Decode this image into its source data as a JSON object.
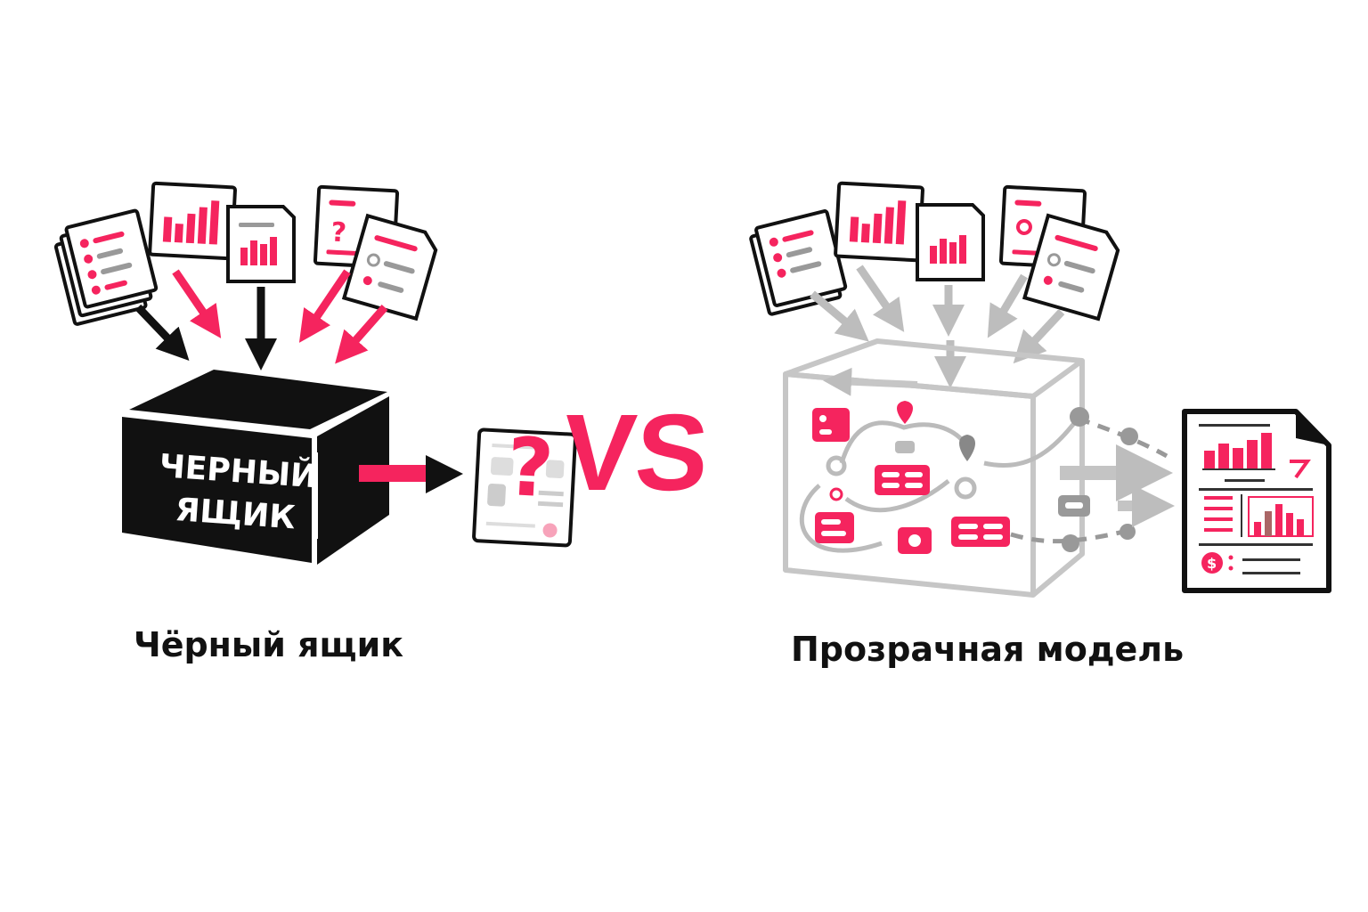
{
  "colors": {
    "accent": "#f5245e",
    "black": "#111111",
    "grey": "#c4c4c4",
    "dark_grey": "#8f8f8f"
  },
  "left": {
    "box_label_line1": "ЧЕРНЫЙ",
    "box_label_line2": "ЯЩИК",
    "caption": "Чёрный ящик",
    "output_icon": "question-mark-icon"
  },
  "vs_label": "VS",
  "right": {
    "caption": "Прозрачная модель",
    "output_icon": "report-document-icon"
  }
}
